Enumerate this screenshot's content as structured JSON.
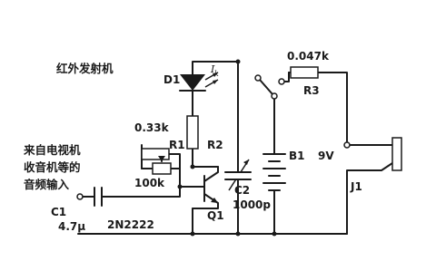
{
  "title": "红外发射机",
  "input_note": [
    "来自电视机",
    "收音机等的",
    "音频输入"
  ],
  "components": {
    "d1": "D1",
    "ik": "I",
    "ik_sub": "k",
    "r1": "R1",
    "r1_value": "0.33k",
    "r2": "R2",
    "r3": "R3",
    "r3_value": "0.047k",
    "pot_value": "100k",
    "c1": "C1",
    "c1_value": "4.7μ",
    "q1": "Q1",
    "q1_type": "2N2222",
    "c2": "C2",
    "c2_value": "1000p",
    "b1": "B1",
    "b1_value": "9V",
    "j1": "J1"
  }
}
